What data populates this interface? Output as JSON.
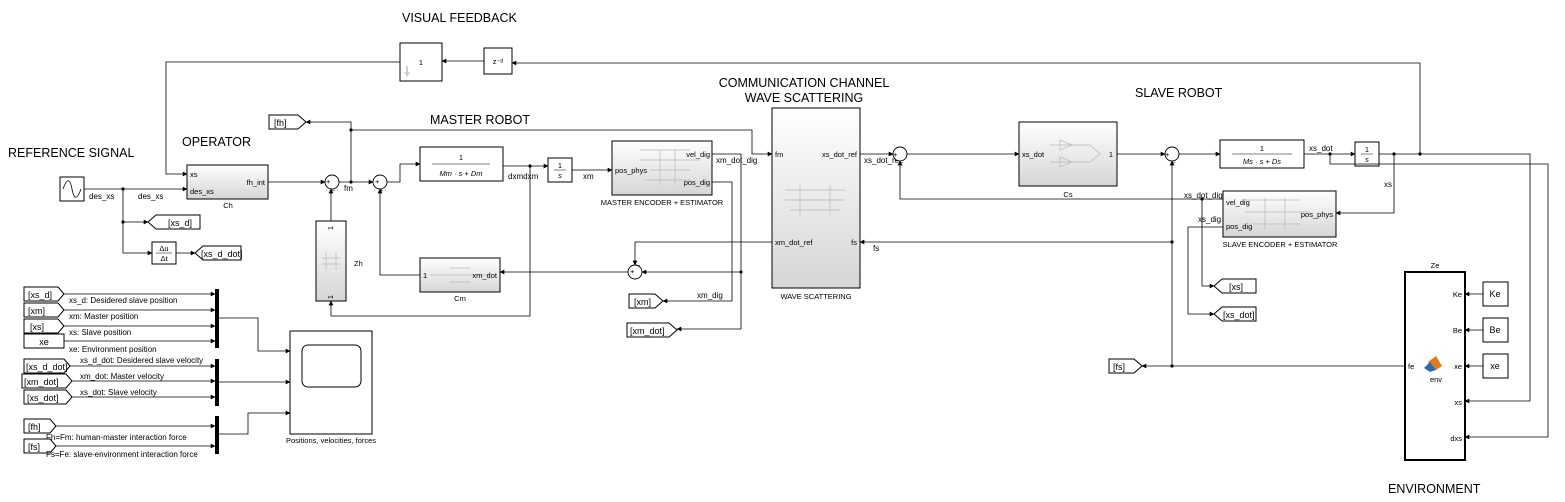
{
  "sections": {
    "visual_feedback": "VISUAL FEEDBACK",
    "comm_line1": "COMMUNICATION CHANNEL",
    "comm_line2": "WAVE SCATTERING",
    "master_robot": "MASTER ROBOT",
    "slave_robot": "SLAVE ROBOT",
    "reference_signal": "REFERENCE SIGNAL",
    "operator": "OPERATOR",
    "environment": "ENVIRONMENT"
  },
  "blocks": {
    "delay_gain": "1",
    "delay": "z⁻ᵈ",
    "operator_name": "Ch",
    "operator_in_xs": "xs",
    "operator_in_des": "des_xs",
    "operator_out": "fh_int",
    "zh_name": "Zh",
    "zh_port_in": "1",
    "zh_port_out": "1",
    "master_tf_num": "1",
    "master_tf_den": "Mm · s + Dm",
    "integrator": "1",
    "integrator_den": "s",
    "cm_name": "Cm",
    "cm_in": "1",
    "cm_out": "xm_dot",
    "master_enc_name": "MASTER ENCODER + ESTIMATOR",
    "master_enc_in": "pos_phys",
    "master_enc_out1": "vel_dig",
    "master_enc_out2": "pos_dig",
    "wave_name": "WAVE SCATTERING",
    "wave_in1": "fm",
    "wave_in2": "xm_dot_ref",
    "wave_out1": "xs_dot_ref",
    "wave_out2": "fs",
    "cs_name": "Cs",
    "cs_in": "xs_dot",
    "cs_out": "1",
    "slave_tf_num": "1",
    "slave_tf_den": "Ms · s + Ds",
    "slave_enc_name": "SLAVE ENCODER + ESTIMATOR",
    "slave_enc_in1": "vel_dig",
    "slave_enc_in2": "pos_dig",
    "slave_enc_out": "pos_phys",
    "env_name": "Ze",
    "env_fn": "env",
    "env_fe": "fe",
    "env_ke": "Ke",
    "env_be": "Be",
    "env_xe": "xe",
    "env_xs": "xs",
    "env_dxs": "dxs",
    "ke": "Ke",
    "be": "Be",
    "xe": "xe",
    "scope_name": "Positions, velocities, forces",
    "derivative_num": "Δu",
    "derivative_den": "Δt"
  },
  "signals": {
    "des_xs_1": "des_xs",
    "des_xs_2": "des_xs",
    "fm": "fm",
    "dxmdxm": "dxmdxm",
    "xm": "xm",
    "xm_dot_dig": "xm_dot_dig",
    "xm_dig": "xm_dig",
    "xs_dot_ref": "xs_dot_ref",
    "fs": "fs",
    "xs_dot": "xs_dot",
    "xs": "xs",
    "xs_dot_dig": "xs_dot_dig",
    "xs_dig": "xs_dig"
  },
  "tags": {
    "fh": "[fh]",
    "xs_d": "[xs_d]",
    "xs_d_dot": "[xs_d_dot]",
    "xm": "[xm]",
    "xm_dot": "[xm_dot]",
    "xs": "[xs]",
    "xs_dot": "[xs_dot]",
    "fs": "[fs]"
  },
  "scope_inputs": [
    {
      "tag": "[xs_d]",
      "label": "xs_d: Desidered slave position"
    },
    {
      "tag": "[xm]",
      "label": "xm: Master position"
    },
    {
      "tag": "[xs]",
      "label": "xs: Slave position"
    },
    {
      "tag": "xe",
      "label": "xe: Environment position"
    },
    {
      "tag": "[xs_d_dot]",
      "label": "xs_d_dot: Desidered slave velocity"
    },
    {
      "tag": "[xm_dot]",
      "label": "xm_dot: Master velocity"
    },
    {
      "tag": "[xs_dot]",
      "label": "xs_dot: Slave velocity"
    },
    {
      "tag": "[fh]",
      "label": "Fh=Fm: human-master interaction force"
    },
    {
      "tag": "[fs]",
      "label": "Fs=Fe: slave-environment interaction force"
    }
  ]
}
